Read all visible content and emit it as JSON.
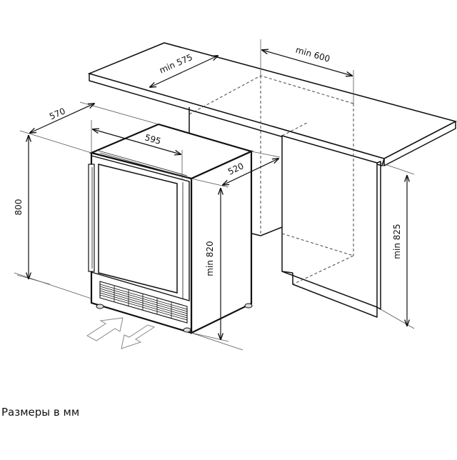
{
  "diagram": {
    "type": "installation-dimension-drawing",
    "subject": "built-in wine cooler under countertop",
    "dimensions": {
      "appliance_depth": {
        "label": "570"
      },
      "appliance_width": {
        "label": "595"
      },
      "appliance_body_depth": {
        "label": "520"
      },
      "appliance_height": {
        "label": "800"
      },
      "niche_height": {
        "label": "min 820",
        "prefix": "min",
        "value": "820"
      },
      "niche_depth": {
        "label": "min 575",
        "prefix": "min",
        "value": "575"
      },
      "niche_width": {
        "label": "min 600",
        "prefix": "min",
        "value": "600"
      },
      "cabinet_height": {
        "label": "min 825",
        "prefix": "min",
        "value": "825"
      }
    },
    "airflow_arrows": [
      "air-intake-arrow",
      "air-exhaust-arrow"
    ],
    "caption": "Размеры в мм"
  }
}
